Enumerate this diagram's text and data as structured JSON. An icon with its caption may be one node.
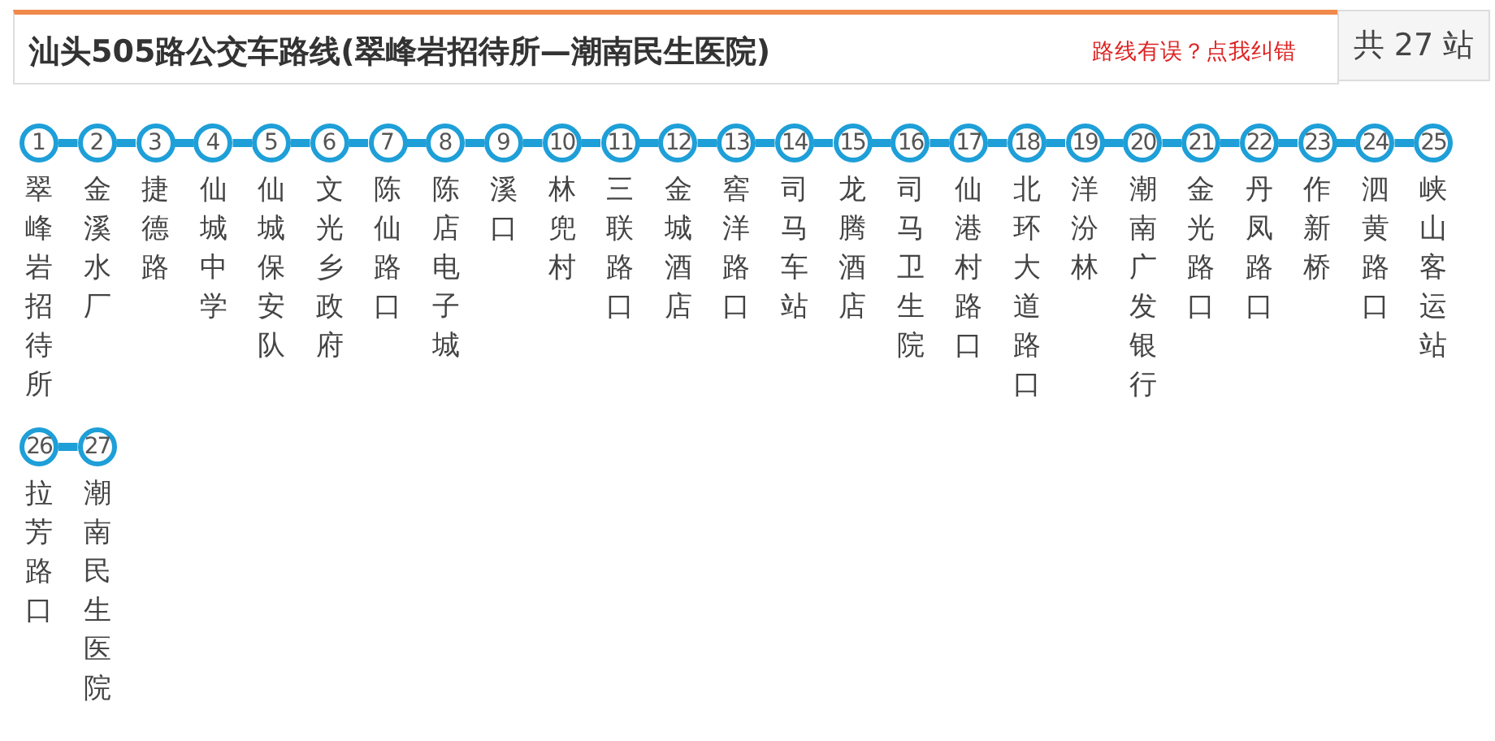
{
  "diagram": {
    "title": "汕头505路公交车路线(翠峰岩招待所—潮南民生医院)",
    "nodes": [
      {
        "text": [
          "1"
        ],
        "beside": [
          "翠峰岩招待所"
        ]
      },
      {
        "text": [
          "2"
        ],
        "beside": [
          "金溪水厂"
        ]
      },
      {
        "text": [
          "3"
        ],
        "beside": [
          "捷德路"
        ]
      },
      {
        "text": [
          "4"
        ],
        "beside": [
          "仙城中学"
        ]
      },
      {
        "text": [
          "5"
        ],
        "beside": [
          "仙城保安队"
        ]
      },
      {
        "text": [
          "6"
        ],
        "beside": [
          "文光乡政府"
        ]
      },
      {
        "text": [
          "7"
        ],
        "beside": [
          "陈仙路口"
        ]
      },
      {
        "text": [
          "8"
        ],
        "beside": [
          "陈店电子城"
        ]
      },
      {
        "text": [
          "9"
        ],
        "beside": [
          "溪口"
        ]
      },
      {
        "text": [
          "10"
        ],
        "beside": [
          "林兜村"
        ]
      },
      {
        "text": [
          "11"
        ],
        "beside": [
          "三联路口"
        ]
      },
      {
        "text": [
          "12"
        ],
        "beside": [
          "金城酒店"
        ]
      },
      {
        "text": [
          "13"
        ],
        "beside": [
          "窖洋路口"
        ]
      },
      {
        "text": [
          "14"
        ],
        "beside": [
          "司马车站"
        ]
      },
      {
        "text": [
          "15"
        ],
        "beside": [
          "龙腾酒店"
        ]
      },
      {
        "text": [
          "16"
        ],
        "beside": [
          "司马卫生院"
        ]
      },
      {
        "text": [
          "17"
        ],
        "beside": [
          "仙港村路口"
        ]
      },
      {
        "text": [
          "18"
        ],
        "beside": [
          "北环大道路口"
        ]
      },
      {
        "text": [
          "19"
        ],
        "beside": [
          "洋汾林"
        ]
      },
      {
        "text": [
          "20"
        ],
        "beside": [
          "潮南广发银行"
        ]
      },
      {
        "text": [
          "21"
        ],
        "beside": [
          "金光路口"
        ]
      },
      {
        "text": [
          "22"
        ],
        "beside": [
          "丹凤路口"
        ]
      },
      {
        "text": [
          "23"
        ],
        "beside": [
          "作新桥"
        ]
      },
      {
        "text": [
          "24"
        ],
        "beside": [
          "泗黄路口"
        ]
      },
      {
        "text": [
          "25"
        ],
        "beside": [
          "峡山客运站"
        ]
      },
      {
        "text": [
          "26"
        ],
        "beside": [
          "拉芳路口"
        ]
      },
      {
        "text": [
          "27"
        ],
        "beside": [
          "潮南民生医院"
        ]
      }
    ],
    "edges": [
      {
        "from": 0,
        "to": 1,
        "arrow": "none"
      },
      {
        "from": 1,
        "to": 2,
        "arrow": "none"
      },
      {
        "from": 2,
        "to": 3,
        "arrow": "none"
      },
      {
        "from": 3,
        "to": 4,
        "arrow": "none"
      },
      {
        "from": 4,
        "to": 5,
        "arrow": "none"
      },
      {
        "from": 5,
        "to": 6,
        "arrow": "none"
      },
      {
        "from": 6,
        "to": 7,
        "arrow": "none"
      },
      {
        "from": 7,
        "to": 8,
        "arrow": "none"
      },
      {
        "from": 8,
        "to": 9,
        "arrow": "none"
      },
      {
        "from": 9,
        "to": 10,
        "arrow": "none"
      },
      {
        "from": 10,
        "to": 11,
        "arrow": "none"
      },
      {
        "from": 11,
        "to": 12,
        "arrow": "none"
      },
      {
        "from": 12,
        "to": 13,
        "arrow": "none"
      },
      {
        "from": 13,
        "to": 14,
        "arrow": "none"
      },
      {
        "from": 14,
        "to": 15,
        "arrow": "none"
      },
      {
        "from": 15,
        "to": 16,
        "arrow": "none"
      },
      {
        "from": 16,
        "to": 17,
        "arrow": "none"
      },
      {
        "from": 17,
        "to": 18,
        "arrow": "none"
      },
      {
        "from": 18,
        "to": 19,
        "arrow": "none"
      },
      {
        "from": 19,
        "to": 20,
        "arrow": "none"
      },
      {
        "from": 20,
        "to": 21,
        "arrow": "none"
      },
      {
        "from": 21,
        "to": 22,
        "arrow": "none"
      },
      {
        "from": 22,
        "to": 23,
        "arrow": "none"
      },
      {
        "from": 23,
        "to": 24,
        "arrow": "none"
      },
      {
        "from": 25,
        "to": 26,
        "arrow": "none"
      }
    ],
    "labels": [
      "路线有误？点我纠错",
      "共 27 站"
    ]
  }
}
